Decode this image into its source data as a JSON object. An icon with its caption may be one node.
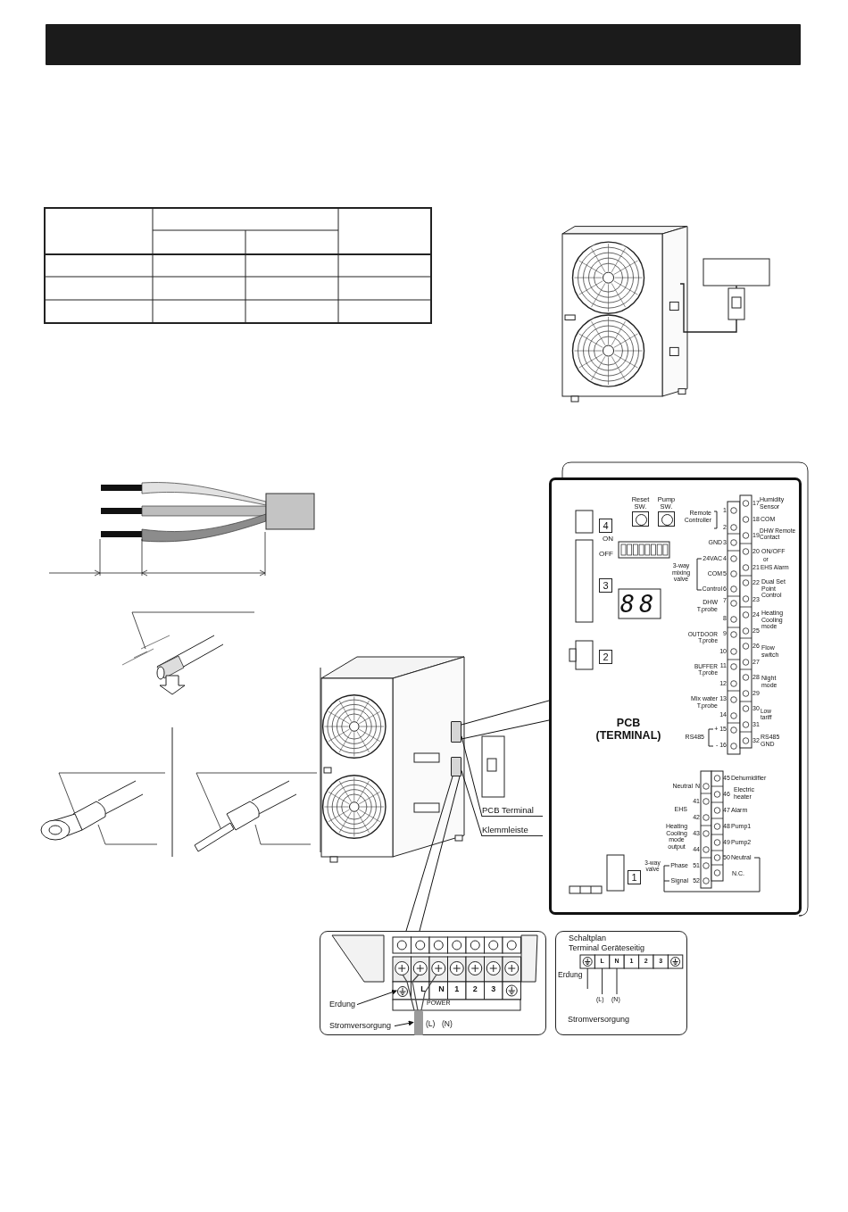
{
  "diagram": {
    "nodes": [
      {
        "text": [
          "PCB (TERMINAL)"
        ]
      },
      {
        "text": [
          "4"
        ],
        "in": 0
      },
      {
        "text": [
          "3"
        ],
        "in": 0
      },
      {
        "text": [
          "2"
        ],
        "in": 0
      },
      {
        "text": [
          "1"
        ],
        "in": 0
      },
      {
        "text": [
          "Reset SW."
        ],
        "in": 0
      },
      {
        "text": [
          "Pump SW."
        ],
        "in": 0
      },
      {
        "text": [
          "PCB Terminal"
        ]
      },
      {
        "text": [
          "Klemmleiste"
        ]
      },
      {
        "text": [],
        "shape": "box"
      },
      {
        "text": [],
        "shape": "box"
      },
      {
        "text": [],
        "shape": "box"
      },
      {
        "text": [
          "Erdung"
        ],
        "in": 11
      },
      {
        "text": [
          "Stromversorgung"
        ],
        "in": 11
      },
      {
        "text": [
          "Schaltplan",
          "Terminal Geräteseitig"
        ]
      },
      {
        "text": [],
        "shape": "bar"
      },
      {
        "text": [],
        "shape": "circle",
        "in": 11
      },
      {
        "text": [],
        "shape": "bar",
        "in": 11
      }
    ],
    "edges": [
      {
        "from": 9,
        "to": 0,
        "arrow": "none"
      },
      {
        "from": 10,
        "to": 11,
        "arrow": "none"
      },
      {
        "from": 7,
        "to": 9,
        "arrow": "none"
      },
      {
        "from": 8,
        "to": 10,
        "arrow": "none"
      },
      {
        "from": 12,
        "to": 16,
        "arrow": "to"
      },
      {
        "from": 13,
        "to": 17,
        "arrow": "to"
      }
    ],
    "labels": [
      "ON",
      "OFF",
      "88",
      "Remote Controller",
      "1",
      "2",
      "GND",
      "3",
      "3-way mixing valve",
      "24VAC",
      "4",
      "COM",
      "5",
      "Control",
      "6",
      "DHW T.probe",
      "7",
      "8",
      "OUTDOOR T.probe",
      "9",
      "10",
      "BUFFER T.probe",
      "11",
      "12",
      "Mix water T.probe",
      "13",
      "14",
      "RS485",
      "+ 15",
      "- 16",
      "17",
      "Humidity Sensor",
      "18",
      "COM",
      "19",
      "DHW Remote Contact",
      "20",
      "ON/OFF",
      "or",
      "21",
      "EHS Alarm",
      "22",
      "Dual Set Point Control",
      "23",
      "24",
      "Heating Cooling mode",
      "25",
      "26",
      "Flow switch",
      "27",
      "28",
      "Night mode",
      "29",
      "30",
      "Low tariff",
      "31",
      "32",
      "RS485 GND",
      "Neutral",
      "N",
      "45",
      "Dehumidifier",
      "46",
      "Electric heater",
      "41",
      "EHS",
      "42",
      "47",
      "Alarm",
      "Heating Cooling mode output",
      "43",
      "48",
      "Pump1",
      "49",
      "Pump2",
      "44",
      "50",
      "Neutral",
      "3-way valve",
      "Phase",
      "51",
      "N.C.",
      "Signal",
      "52",
      "L",
      "N",
      "1",
      "2",
      "3",
      "POWER",
      "(L)",
      "(N)",
      "L",
      "N",
      "1",
      "2",
      "3",
      "Erdung",
      "(L)",
      "(N)",
      "Stromversorgung"
    ]
  }
}
